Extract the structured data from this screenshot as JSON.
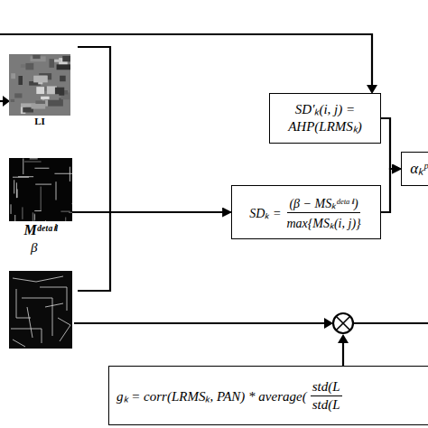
{
  "diagram": {
    "nodes": [
      {
        "text": [
          "LI"
        ]
      },
      {
        "text": [
          "Mᵈᵉᵗᵃⁱˡ",
          "β"
        ]
      },
      {
        "text": [
          "SD′ₖ(i, j) = AHP(LRMSₖ)"
        ]
      },
      {
        "text": [
          "SDₖ =",
          "(β − MSₖᵈᵉᵗᵃⁱˡ)",
          "max{MSₖ(i, j)}"
        ]
      },
      {
        "text": [
          "αₖᵖ"
        ]
      },
      {
        "text": [
          "gₖ = corr(LRMSₖ, PAN) * average(",
          "std(L",
          "std(L"
        ]
      }
    ],
    "edges": [
      {
        "from": 1,
        "to": 3,
        "arrow": "to"
      },
      {
        "from": 2,
        "to": 4,
        "arrow": "to"
      },
      {
        "from": 3,
        "to": 4,
        "arrow": "to"
      }
    ]
  }
}
